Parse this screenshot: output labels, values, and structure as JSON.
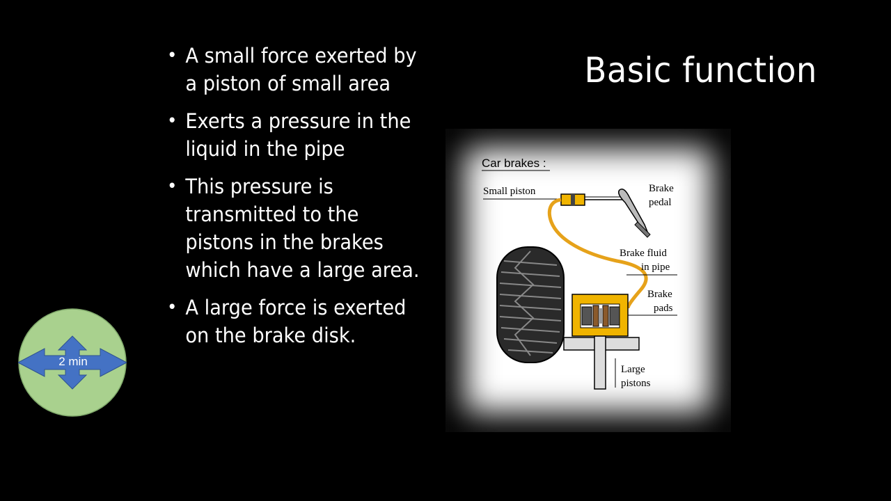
{
  "slide": {
    "title": "Basic function",
    "bullets": [
      "A small force exerted by a piston of small area",
      "Exerts a pressure in the liquid in the pipe",
      "This pressure is transmitted to the pistons in the brakes which have a large area.",
      "A large force is exerted on the brake disk."
    ],
    "bullet_glyph": "•"
  },
  "figure": {
    "heading": "Car brakes :",
    "labels": {
      "small_piston": "Small piston",
      "brake_pedal_1": "Brake",
      "brake_pedal_2": "pedal",
      "brake_fluid_1": "Brake fluid",
      "brake_fluid_2": "in pipe",
      "brake_pads_1": "Brake",
      "brake_pads_2": "pads",
      "large_pistons_1": "Large",
      "large_pistons_2": "pistons"
    },
    "colors": {
      "fluid": "#e6a21a",
      "caliper": "#f0b400",
      "tyre": "#2a2a2a"
    }
  },
  "timer": {
    "label": "2 min",
    "circle_color": "#a9d18e",
    "arrow_color": "#4472c4",
    "icon": "four-way-arrow-icon"
  }
}
